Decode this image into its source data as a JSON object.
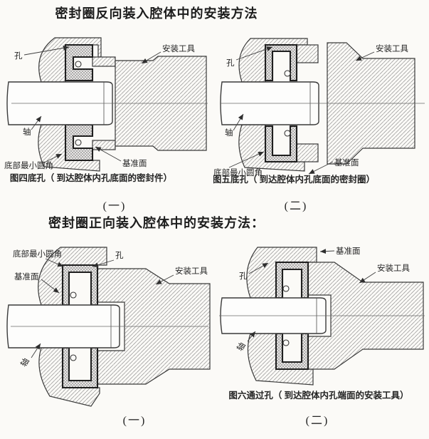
{
  "sections": {
    "reverse": {
      "title": "密封圈反向装入腔体中的安装方法"
    },
    "forward": {
      "title": "密封圈正向装入腔体中的安装方法："
    }
  },
  "labels": {
    "hole": "孔",
    "shaft": "轴",
    "tool": "安装工具",
    "datum": "基准面",
    "fillet": "底部最小圆角"
  },
  "figures": {
    "fig4": {
      "caption": "图四底孔（ 到达腔体内孔底面的密封件）",
      "number": "(一)"
    },
    "fig5": {
      "caption": "图五底孔（ 到达腔体内孔底面的密封圈）",
      "number": "(二)"
    },
    "forward1": {
      "number": "(一)"
    },
    "fig6": {
      "caption": "图六通过孔（ 到达腔体内孔端面的安装工具）",
      "number": "(二)"
    }
  },
  "colors": {
    "paper": "#fbfaf7",
    "line": "#3a3a3a",
    "hatch": "#8f8f8f"
  }
}
